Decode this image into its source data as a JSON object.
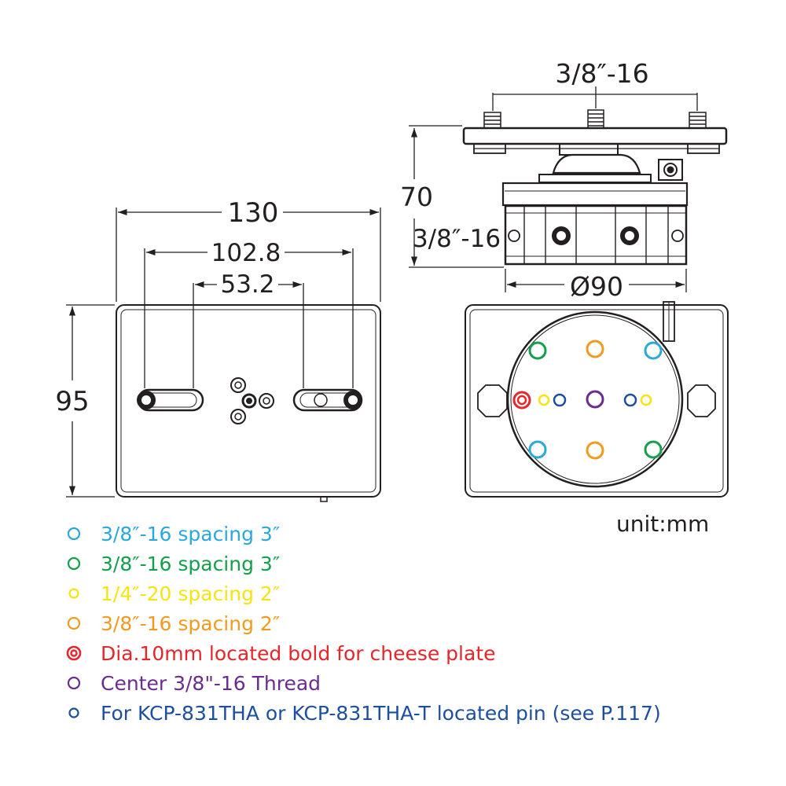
{
  "dimensions": {
    "top_thread": "3/8″-16",
    "height": "70",
    "side_thread": "3/8″-16",
    "diameter": "Ø90",
    "width_overall": "130",
    "slot_span": "102.8",
    "slot_inner": "53.2",
    "depth": "95"
  },
  "unit_label": "unit:mm",
  "colors": {
    "light_blue": "#29a8e0",
    "green": "#12a04a",
    "yellow": "#f5e410",
    "orange": "#f39a1e",
    "red": "#e5262a",
    "purple": "#6a2c91",
    "blue": "#1d4fa0",
    "line": "#231f20"
  },
  "legend": [
    {
      "marker": "ring",
      "color": "#29a8e0",
      "text": "3/8″-16 spacing 3″"
    },
    {
      "marker": "ring",
      "color": "#12a04a",
      "text": "3/8″-16 spacing 3″"
    },
    {
      "marker": "ring-small",
      "color": "#f5e410",
      "text": "1/4″-20 spacing 2″"
    },
    {
      "marker": "ring",
      "color": "#f39a1e",
      "text": "3/8″-16 spacing 2″"
    },
    {
      "marker": "double-ring",
      "color": "#e5262a",
      "text": "Dia.10mm located bold for cheese plate"
    },
    {
      "marker": "ring",
      "color": "#6a2c91",
      "text": "Center 3/8\"-16 Thread"
    },
    {
      "marker": "ring-small",
      "color": "#1d4fa0",
      "text": "For KCP-831THA or KCP-831THA-T located pin (see P.117)"
    }
  ]
}
